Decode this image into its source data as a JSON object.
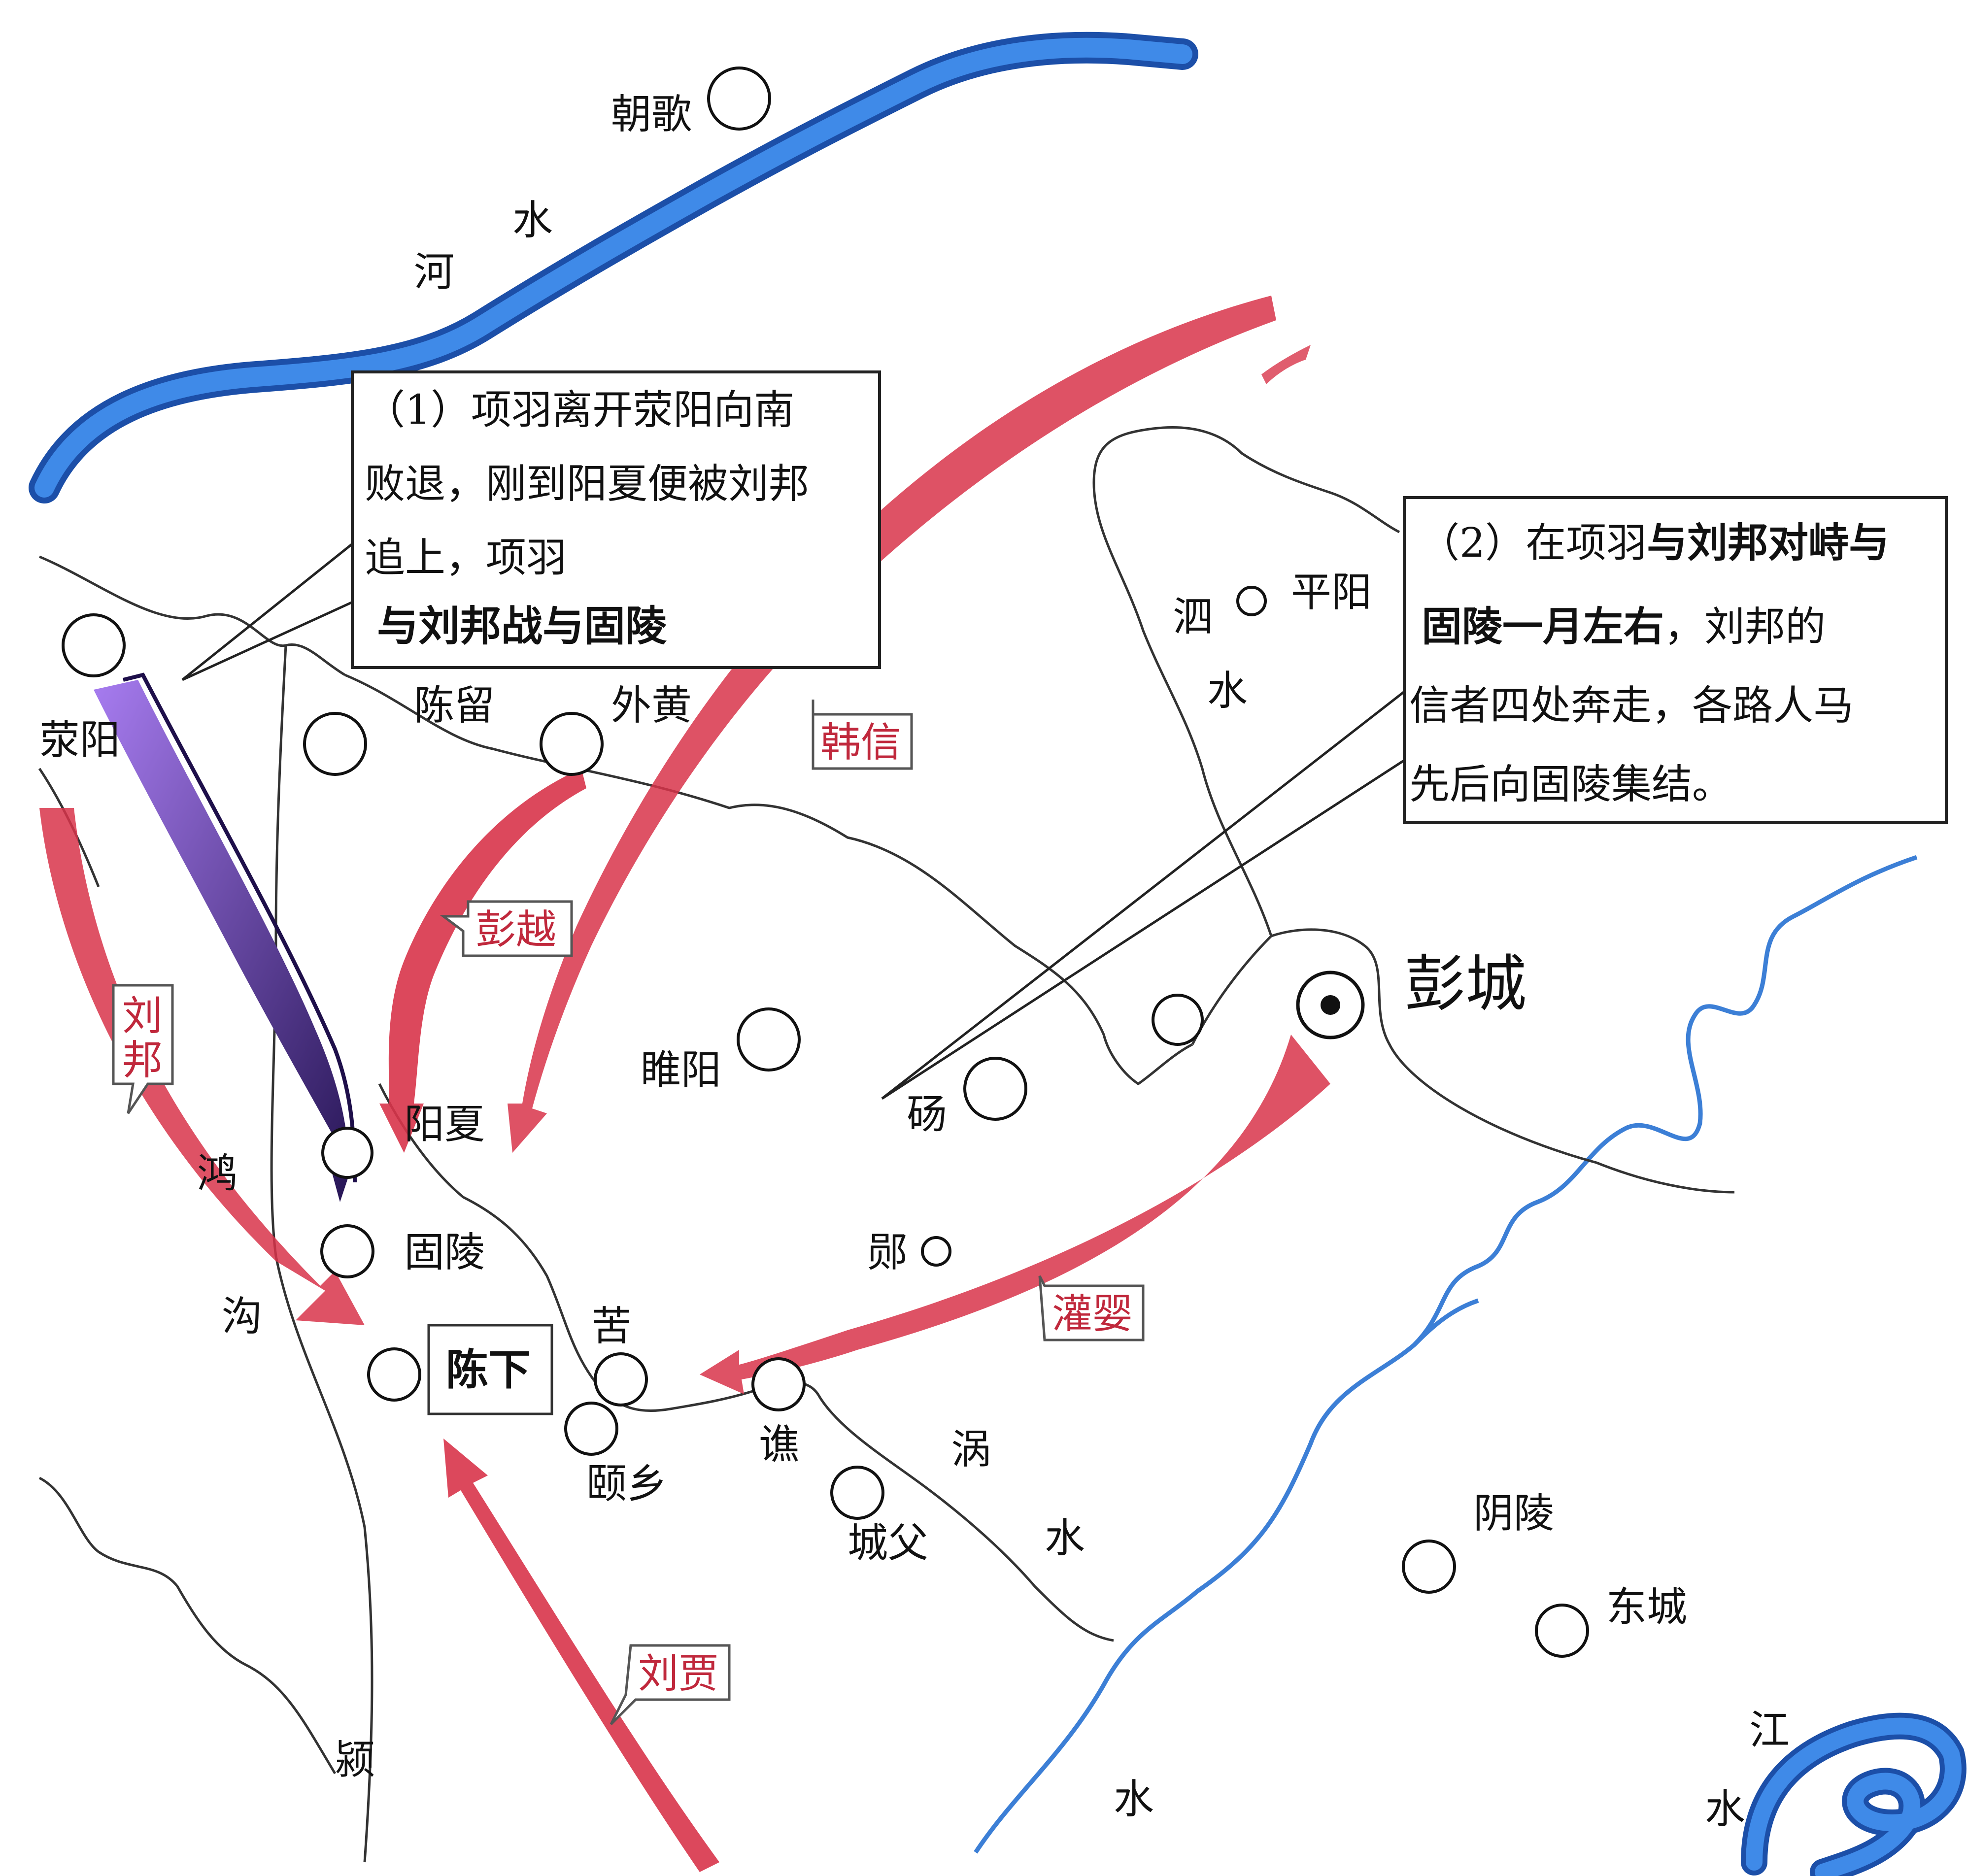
{
  "colors": {
    "river_major": "#2f6fd6",
    "river_major_edge": "#1c4fa8",
    "river_minor": "#3c7fd6",
    "border": "#333333",
    "han_arrow": "#d8344a",
    "chu_arrow_start": "#9b6be0",
    "chu_arrow_end": "#2a1660",
    "army_label": "#c0283c",
    "city": "#111111"
  },
  "cities": [
    {
      "name": "朝歌",
      "icon": "city-circle"
    },
    {
      "name": "荥阳",
      "icon": "city-circle"
    },
    {
      "name": "陈留",
      "icon": "city-circle"
    },
    {
      "name": "外黄",
      "icon": "city-circle"
    },
    {
      "name": "平阳",
      "icon": "small-city-circle"
    },
    {
      "name": "彭城",
      "icon": "capital-circle"
    },
    {
      "name": "睢阳",
      "icon": "city-circle"
    },
    {
      "name": "砀",
      "icon": "city-circle"
    },
    {
      "name": "阳夏",
      "icon": "city-circle"
    },
    {
      "name": "固陵",
      "icon": "city-circle"
    },
    {
      "name": "郧",
      "icon": "small-city-circle"
    },
    {
      "name": "苦",
      "icon": "city-circle"
    },
    {
      "name": "陈下",
      "icon": "city-circle"
    },
    {
      "name": "颐乡",
      "icon": "city-circle"
    },
    {
      "name": "谯",
      "icon": "city-circle"
    },
    {
      "name": "城父",
      "icon": "city-circle"
    },
    {
      "name": "阴陵",
      "icon": "city-circle"
    },
    {
      "name": "东城",
      "icon": "city-circle"
    }
  ],
  "rivers": {
    "he": [
      "河",
      "水"
    ],
    "si": [
      "泗",
      "水"
    ],
    "hong": [
      "鸿",
      "沟"
    ],
    "sui": [
      "涡",
      "水"
    ],
    "ying": "颍",
    "huai": "水",
    "jiang": [
      "江",
      "水"
    ]
  },
  "armies": {
    "liubang": [
      "刘",
      "邦"
    ],
    "pengyue": "彭越",
    "hanxin": "韩信",
    "guanying": "灌婴",
    "liujia": "刘贾"
  },
  "callouts": {
    "one": {
      "lines": [
        "（1）项羽离开荥阳向南",
        "败退，刚到阳夏便被刘邦",
        "追上，项羽"
      ],
      "bold": "与刘邦战与固陵"
    },
    "two": {
      "line1_normal": "（2）在项羽",
      "line1_bold": "与刘邦对峙与",
      "line2_bold": "固陵一月左右",
      "line2_normal": "，刘邦的",
      "lines": [
        "信者四处奔走，各路人马",
        "先后向固陵集结。"
      ]
    }
  }
}
